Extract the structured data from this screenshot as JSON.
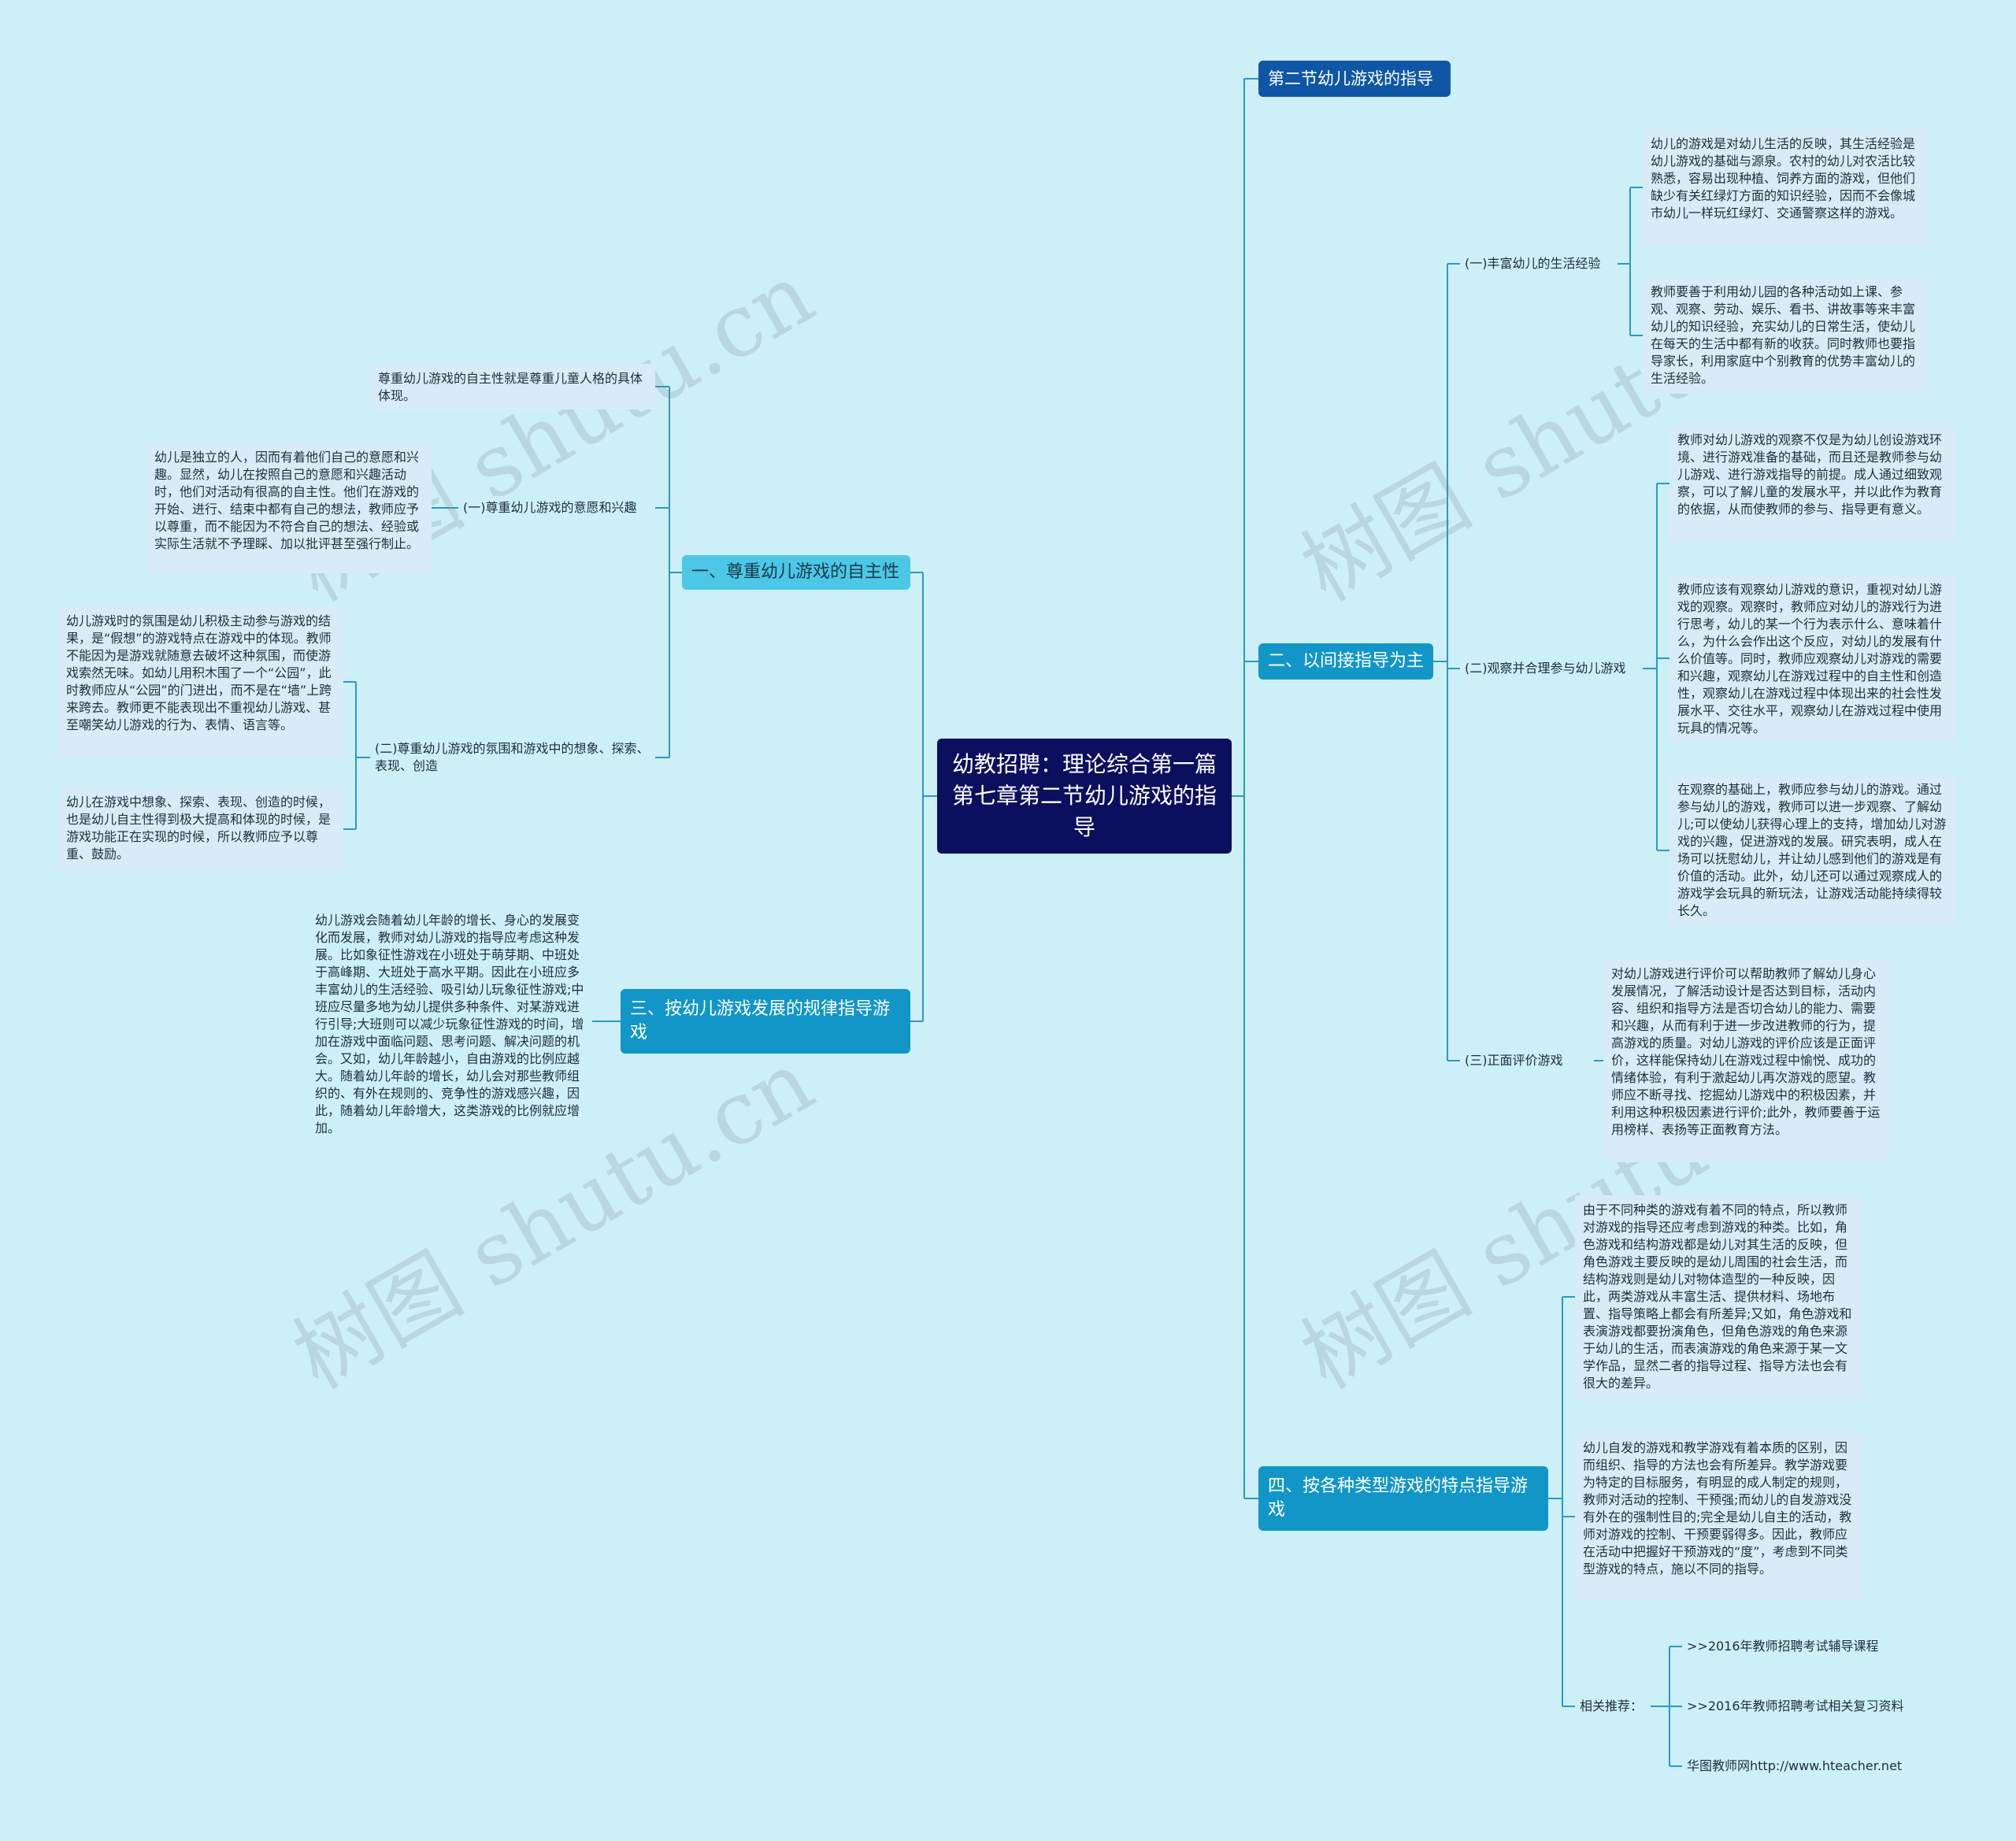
{
  "root": {
    "title": "幼教招聘：理论综合第一篇第七章第二节幼儿游戏的指导"
  },
  "colors": {
    "root": "#0b0f5e",
    "branch_dark": "#0f57a6",
    "branch_mid": "#1296c8",
    "branch_light": "#4cc7e6",
    "line": "#2a9bbd",
    "background": "#cdeff8",
    "leaf_bg": "#d8ecf7"
  },
  "watermark": "树图 shutu.cn",
  "left": {
    "b1": {
      "title": "一、尊重幼儿游戏的自主性",
      "leaf_top": "尊重幼儿游戏的自主性就是尊重儿童人格的具体体现。",
      "sub1": {
        "title": "(一)尊重幼儿游戏的意愿和兴趣",
        "leaf": "幼儿是独立的人，因而有着他们自己的意愿和兴趣。显然，幼儿在按照自己的意愿和兴趣活动时，他们对活动有很高的自主性。他们在游戏的开始、进行、结束中都有自己的想法，教师应予以尊重，而不能因为不符合自己的想法、经验或实际生活就不予理睬、加以批评甚至强行制止。"
      },
      "sub2": {
        "title": "(二)尊重幼儿游戏的氛围和游戏中的想象、探索、表现、创造",
        "leaf1": "幼儿游戏时的氛围是幼儿积极主动参与游戏的结果，是“假想”的游戏特点在游戏中的体现。教师不能因为是游戏就随意去破坏这种氛围，而使游戏索然无味。如幼儿用积木围了一个“公园”，此时教师应从“公园”的门进出，而不是在“墙”上跨来跨去。教师更不能表现出不重视幼儿游戏、甚至嘲笑幼儿游戏的行为、表情、语言等。",
        "leaf2": "幼儿在游戏中想象、探索、表现、创造的时候，也是幼儿自主性得到极大提高和体现的时候，是游戏功能正在实现的时候，所以教师应予以尊重、鼓励。"
      }
    },
    "b3": {
      "title": "三、按幼儿游戏发展的规律指导游戏",
      "leaf": "幼儿游戏会随着幼儿年龄的增长、身心的发展变化而发展，教师对幼儿游戏的指导应考虑这种发展。比如象征性游戏在小班处于萌芽期、中班处于高峰期、大班处于高水平期。因此在小班应多丰富幼儿的生活经验、吸引幼儿玩象征性游戏;中班应尽量多地为幼儿提供多种条件、对某游戏进行引导;大班则可以减少玩象征性游戏的时间，增加在游戏中面临问题、思考问题、解决问题的机会。又如，幼儿年龄越小，自由游戏的比例应越大。随着幼儿年龄的增长，幼儿会对那些教师组织的、有外在规则的、竞争性的游戏感兴趣，因此，随着幼儿年龄增大，这类游戏的比例就应增加。"
    }
  },
  "right": {
    "section": {
      "title": "第二节幼儿游戏的指导"
    },
    "b2": {
      "title": "二、以间接指导为主",
      "sub1": {
        "title": "(一)丰富幼儿的生活经验",
        "leaf1": "幼儿的游戏是对幼儿生活的反映，其生活经验是幼儿游戏的基础与源泉。农村的幼儿对农活比较熟悉，容易出现种植、饲养方面的游戏，但他们缺少有关红绿灯方面的知识经验，因而不会像城市幼儿一样玩红绿灯、交通警察这样的游戏。",
        "leaf2": "教师要善于利用幼儿园的各种活动如上课、参观、观察、劳动、娱乐、看书、讲故事等来丰富幼儿的知识经验，充实幼儿的日常生活，使幼儿在每天的生活中都有新的收获。同时教师也要指导家长，利用家庭中个别教育的优势丰富幼儿的生活经验。"
      },
      "sub2": {
        "title": "(二)观察并合理参与幼儿游戏",
        "leaf1": "教师对幼儿游戏的观察不仅是为幼儿创设游戏环境、进行游戏准备的基础，而且还是教师参与幼儿游戏、进行游戏指导的前提。成人通过细致观察，可以了解儿童的发展水平，并以此作为教育的依据，从而使教师的参与、指导更有意义。",
        "leaf2": "教师应该有观察幼儿游戏的意识，重视对幼儿游戏的观察。观察时，教师应对幼儿的游戏行为进行思考，幼儿的某一个行为表示什么、意味着什么，为什么会作出这个反应，对幼儿的发展有什么价值等。同时，教师应观察幼儿对游戏的需要和兴趣，观察幼儿在游戏过程中的自主性和创造性，观察幼儿在游戏过程中体现出来的社会性发展水平、交往水平，观察幼儿在游戏过程中使用玩具的情况等。",
        "leaf3": "在观察的基础上，教师应参与幼儿的游戏。通过参与幼儿的游戏，教师可以进一步观察、了解幼儿;可以使幼儿获得心理上的支持，增加幼儿对游戏的兴趣，促进游戏的发展。研究表明，成人在场可以抚慰幼儿，并让幼儿感到他们的游戏是有价值的活动。此外，幼儿还可以通过观察成人的游戏学会玩具的新玩法，让游戏活动能持续得较长久。"
      },
      "sub3": {
        "title": "(三)正面评价游戏",
        "leaf": "对幼儿游戏进行评价可以帮助教师了解幼儿身心发展情况，了解活动设计是否达到目标，活动内容、组织和指导方法是否切合幼儿的能力、需要和兴趣，从而有利于进一步改进教师的行为，提高游戏的质量。对幼儿游戏的评价应该是正面评价，这样能保持幼儿在游戏过程中愉悦、成功的情绪体验，有利于激起幼儿再次游戏的愿望。教师应不断寻找、挖掘幼儿游戏中的积极因素，并利用这种积极因素进行评价;此外，教师要善于运用榜样、表扬等正面教育方法。"
      }
    },
    "b4": {
      "title": "四、按各种类型游戏的特点指导游戏",
      "leaf1": "由于不同种类的游戏有着不同的特点，所以教师对游戏的指导还应考虑到游戏的种类。比如，角色游戏和结构游戏都是幼儿对其生活的反映，但角色游戏主要反映的是幼儿周围的社会生活，而结构游戏则是幼儿对物体造型的一种反映，因此，两类游戏从丰富生活、提供材料、场地布置、指导策略上都会有所差异;又如，角色游戏和表演游戏都要扮演角色，但角色游戏的角色来源于幼儿的生活，而表演游戏的角色来源于某一文学作品，显然二者的指导过程、指导方法也会有很大的差异。",
      "leaf2": "幼儿自发的游戏和教学游戏有着本质的区别，因而组织、指导的方法也会有所差异。教学游戏要为特定的目标服务，有明显的成人制定的规则，教师对活动的控制、干预强;而幼儿的自发游戏没有外在的强制性目的;完全是幼儿自主的活动，教师对游戏的控制、干预要弱得多。因此，教师应在活动中把握好干预游戏的“度”，考虑到不同类型游戏的特点，施以不同的指导。",
      "rec": {
        "title": "相关推荐：",
        "items": [
          ">>2016年教师招聘考试辅导课程",
          ">>2016年教师招聘考试相关复习资料",
          "华图教师网http://www.hteacher.net"
        ]
      }
    }
  }
}
